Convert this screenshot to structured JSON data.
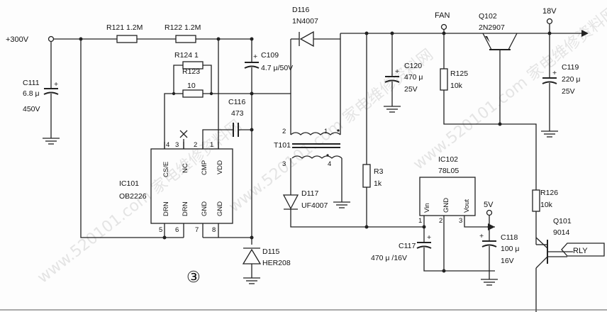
{
  "nets": {
    "in300": "+300V",
    "v18": "18V",
    "fan": "FAN",
    "v5": "5V",
    "rly": "RLY"
  },
  "parts": {
    "r121": "R121 1.2M",
    "r122": "R122 1.2M",
    "r124": "R124 1",
    "r123": "R123",
    "r123v": "10",
    "c111": "C111",
    "c111v": "6.8 μ",
    "c111u": "450V",
    "c109": "C109",
    "c109v": "4.7 μ/50V",
    "c116": "C116",
    "c116v": "473",
    "d116": "D116",
    "d116v": "1N4007",
    "c120": "C120",
    "c120v": "470 μ",
    "c120u": "25V",
    "r125": "R125",
    "r125v": "10k",
    "q102": "Q102",
    "q102v": "2N2907",
    "c119": "C119",
    "c119v": "220 μ",
    "c119u": "25V",
    "t101": "T101",
    "ic101": "IC101",
    "ic101v": "OB2226",
    "d117": "D117",
    "d117v": "UF4007",
    "r3": "R3",
    "r3v": "1k",
    "ic102": "IC102",
    "ic102v": "78L05",
    "r126": "R126",
    "r126v": "10k",
    "q101": "Q101",
    "q101v": "9014",
    "d115": "D115",
    "d115v": "HER208",
    "c117": "C117",
    "c117v": "470 μ /16V",
    "c118": "C118",
    "c118v": "100 μ",
    "c118u": "16V"
  },
  "ic101_pins": {
    "p4": "4",
    "p3": "3",
    "p2": "2",
    "p1": "1",
    "p5": "5",
    "p6": "6",
    "p7": "7",
    "p8": "8",
    "n4": "CS/E",
    "n3": "NC",
    "n2": "CMP",
    "n1": "VDD",
    "n5": "DRN",
    "n6": "DRN",
    "n7": "GND",
    "n8": "GND"
  },
  "ic102_pins": {
    "vin": "Vin",
    "gnd": "GND",
    "vout": "Vout",
    "p1": "1",
    "p2": "2",
    "p3": "3"
  },
  "t101_pins": {
    "p1": "1",
    "p2": "2",
    "p3": "3",
    "p4": "4"
  },
  "figure_mark": "③",
  "watermark": "www.520101.com 家电维修资料网"
}
